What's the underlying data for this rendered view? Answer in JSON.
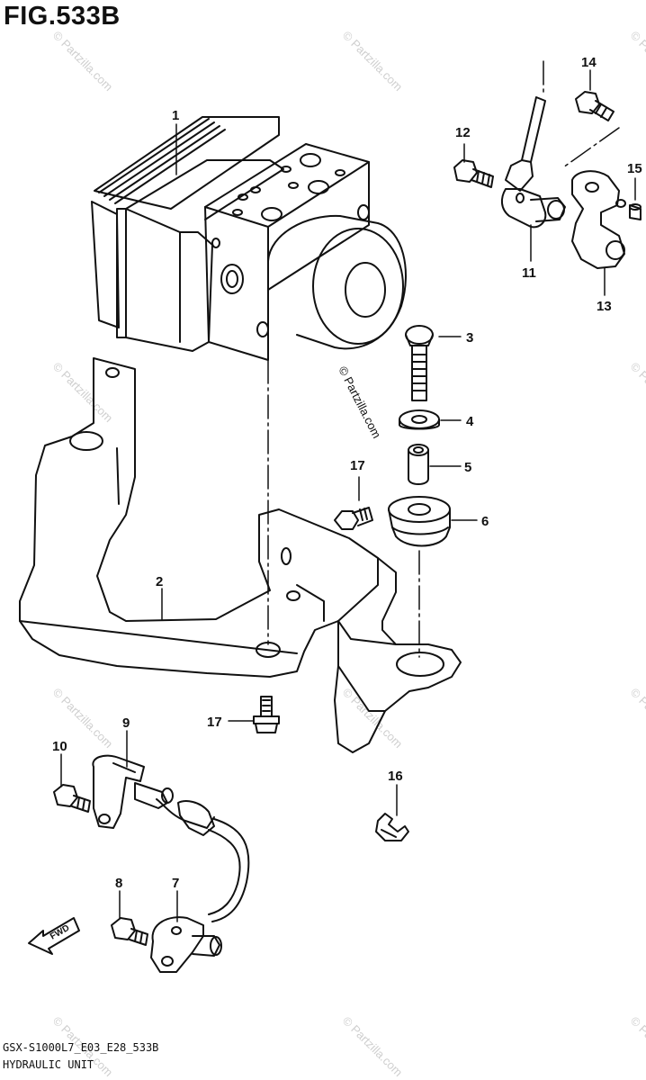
{
  "figure": {
    "title": "FIG.533B"
  },
  "callouts": [
    "1",
    "2",
    "3",
    "4",
    "5",
    "6",
    "7",
    "8",
    "9",
    "10",
    "11",
    "12",
    "13",
    "14",
    "15",
    "16",
    "17",
    "17"
  ],
  "watermark": {
    "text": "© Partzilla.com"
  },
  "forward_marker": {
    "label": "FWD"
  },
  "footer": {
    "code": "GSX-S1000L7_E03_E28_533B",
    "name": "HYDRAULIC UNIT"
  }
}
